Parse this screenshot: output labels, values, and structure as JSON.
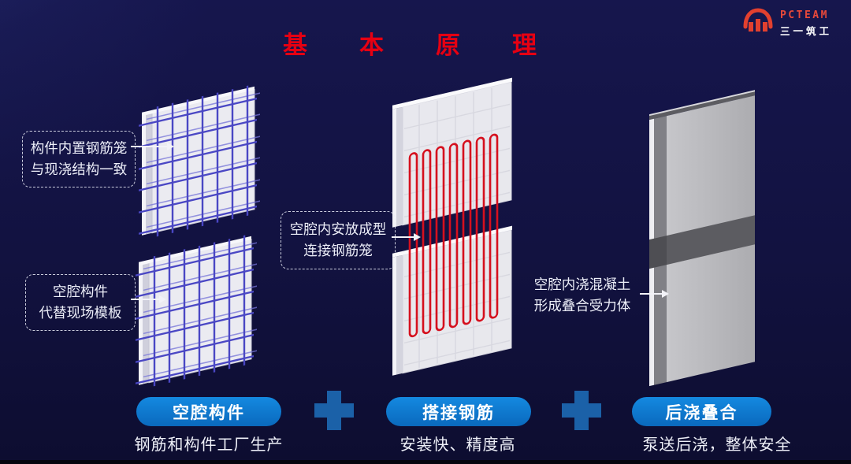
{
  "header": {
    "title_chars": [
      "基",
      "本",
      "原",
      "理"
    ],
    "logo": {
      "name": "PCTEAM",
      "subtitle": "三一筑工"
    }
  },
  "annotations": {
    "cage": {
      "line1": "构件内置钢筋笼",
      "line2": "与现浇结构一致"
    },
    "cavity": {
      "line1": "空腔构件",
      "line2": "代替现场模板"
    },
    "connector": {
      "line1": "空腔内安放成型",
      "line2": "连接钢筋笼"
    },
    "cast": {
      "line1": "空腔内浇混凝土",
      "line2": "形成叠合受力体"
    }
  },
  "steps": [
    {
      "label": "空腔构件",
      "description": "钢筋和构件工厂生产"
    },
    {
      "label": "搭接钢筋",
      "description": "安装快、精度高"
    },
    {
      "label": "后浇叠合",
      "description": "泵送后浇，整体安全"
    }
  ],
  "colors": {
    "background": "#121240",
    "title_red": "#e60012",
    "pill_blue": "#0d78cf",
    "plus_blue": "#1b61a8",
    "rebar_blue": "#4a47c4",
    "loop_red": "#d5101e",
    "logo_red": "#e2402f"
  }
}
